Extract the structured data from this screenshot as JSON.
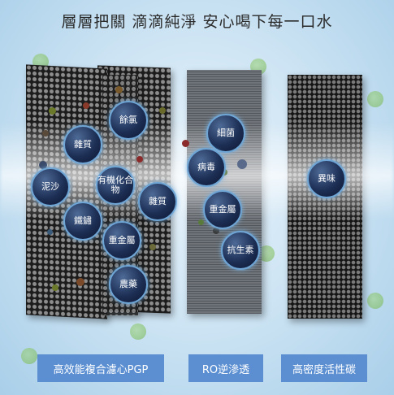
{
  "headline": "層層把關 滴滴純淨 安心喝下每一口水",
  "panels": {
    "pgp": {
      "contaminants": [
        "雜質",
        "泥沙",
        "鐵鏽",
        "有機化合物",
        "餘氯",
        "雜質",
        "重金屬",
        "農藥"
      ],
      "caption": "高效能複合濾心PGP"
    },
    "ro": {
      "contaminants": [
        "細菌",
        "病毒",
        "重金屬",
        "抗生素"
      ],
      "caption": "RO逆滲透"
    },
    "carbon": {
      "contaminants": [
        "異味"
      ],
      "caption": "高密度活性碳"
    }
  },
  "colors": {
    "label_bg": "#5b8fd1",
    "bubble_ring": "#6fa6d6",
    "background": "#cfe5f4"
  }
}
